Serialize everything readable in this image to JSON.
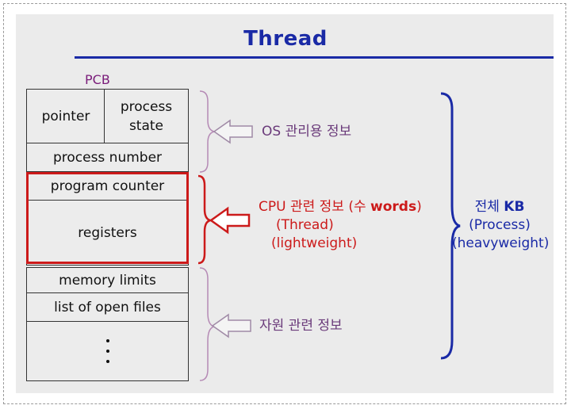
{
  "title": "Thread",
  "pcb_label": "PCB",
  "pcb": {
    "pointer": "pointer",
    "process_state": "process state",
    "process_number": "process number",
    "program_counter": "program counter",
    "registers": "registers",
    "memory_limits": "memory limits",
    "open_files": "list of open files"
  },
  "annotations": {
    "os_info": "OS 관리용 정보",
    "cpu_info_prefix": "CPU 관련 정보 (수 ",
    "cpu_info_words": "words",
    "cpu_info_suffix": ")",
    "thread": "(Thread)",
    "lightweight": "(lightweight)",
    "resource_info": "자원 관련 정보",
    "total_prefix": "전체 ",
    "total_kb": "KB",
    "process": "(Process)",
    "heavyweight": "(heavyweight)"
  },
  "colors": {
    "title": "#1a2aa6",
    "highlight": "#cc1a1a",
    "bracket": "#1a2aa6",
    "gray_arrow": "#a08aa6"
  }
}
